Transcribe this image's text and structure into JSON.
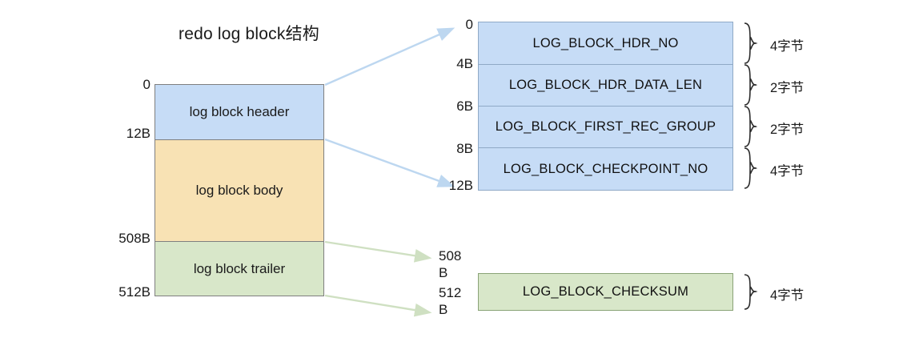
{
  "title": "redo log block结构",
  "colors": {
    "header_blue": "#c6dcf6",
    "body_orange": "#f8e2b4",
    "trailer_green": "#d8e7c9",
    "blue_arrow": "#bdd7f0",
    "green_arrow": "#cfe0c2",
    "border_gray": "#7f7f7f",
    "text": "#1a1a1a"
  },
  "left_block": {
    "rows": [
      {
        "label": "log block header",
        "start": "0",
        "end": "12B"
      },
      {
        "label": "log block body",
        "start": "12B",
        "end": "508B"
      },
      {
        "label": "log block trailer",
        "start": "508B",
        "end": "512B"
      }
    ],
    "ticks": [
      "0",
      "12B",
      "508B",
      "512B"
    ]
  },
  "header_detail": {
    "rows": [
      {
        "name": "LOG_BLOCK_HDR_NO",
        "size": "4字节",
        "offset_start": "0",
        "offset_end": "4B"
      },
      {
        "name": "LOG_BLOCK_HDR_DATA_LEN",
        "size": "2字节",
        "offset_start": "4B",
        "offset_end": "6B"
      },
      {
        "name": "LOG_BLOCK_FIRST_REC_GROUP",
        "size": "2字节",
        "offset_start": "6B",
        "offset_end": "8B"
      },
      {
        "name": "LOG_BLOCK_CHECKPOINT_NO",
        "size": "4字节",
        "offset_start": "8B",
        "offset_end": "12B"
      }
    ],
    "ticks": [
      "0",
      "4B",
      "6B",
      "8B",
      "12B"
    ]
  },
  "trailer_detail": {
    "row": {
      "name": "LOG_BLOCK_CHECKSUM",
      "size": "4字节"
    },
    "tick_start_line1": "508",
    "tick_start_line2": "B",
    "tick_end_line1": "512",
    "tick_end_line2": "B"
  }
}
